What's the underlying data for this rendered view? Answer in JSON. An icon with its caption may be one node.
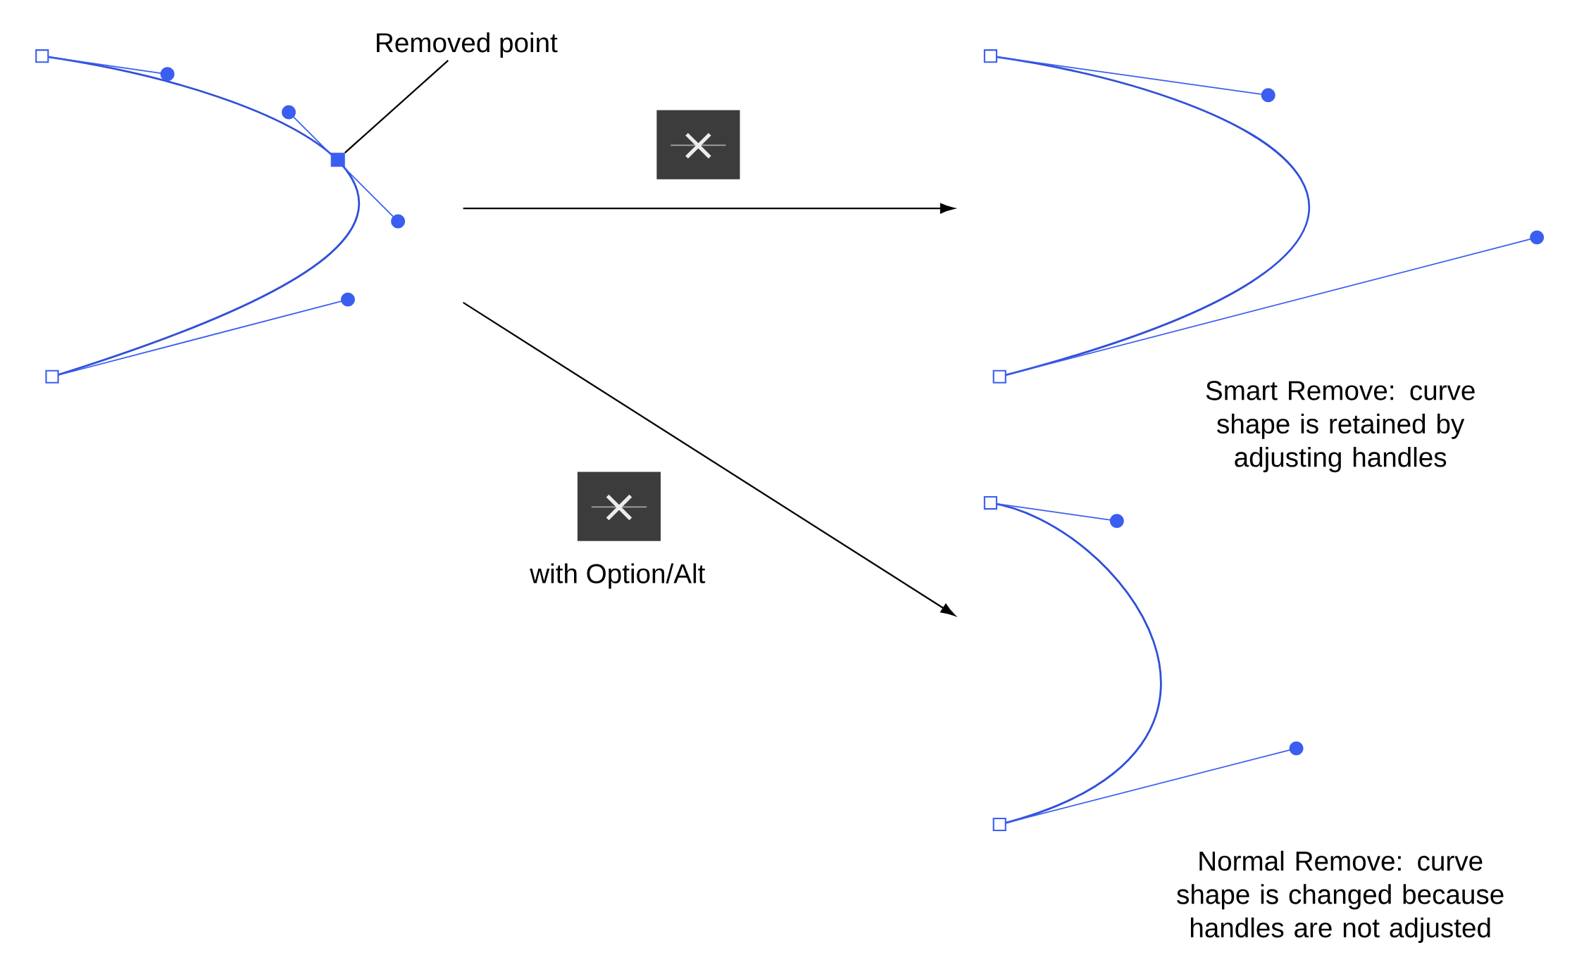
{
  "diagram": {
    "nodes": [
      {
        "text": [],
        "shape": "picture"
      },
      {
        "text": [
          "Removed point"
        ]
      },
      {
        "text": [],
        "shape": "box",
        "in": 0
      },
      {
        "text": [],
        "shape": "picture",
        "beside": [
          "Smart Remove: curve shape is retained by adjusting handles"
        ]
      },
      {
        "text": [],
        "shape": "picture",
        "beside": [
          "Normal Remove: curve shape is changed because handles are not adjusted"
        ]
      }
    ],
    "edges": [
      {
        "from": 1,
        "to": 2,
        "arrow": "none"
      },
      {
        "from": 0,
        "to": 3,
        "arrow": "to"
      },
      {
        "from": 0,
        "to": 4,
        "arrow": "to"
      }
    ],
    "labels": [
      "with Option/Alt"
    ]
  }
}
